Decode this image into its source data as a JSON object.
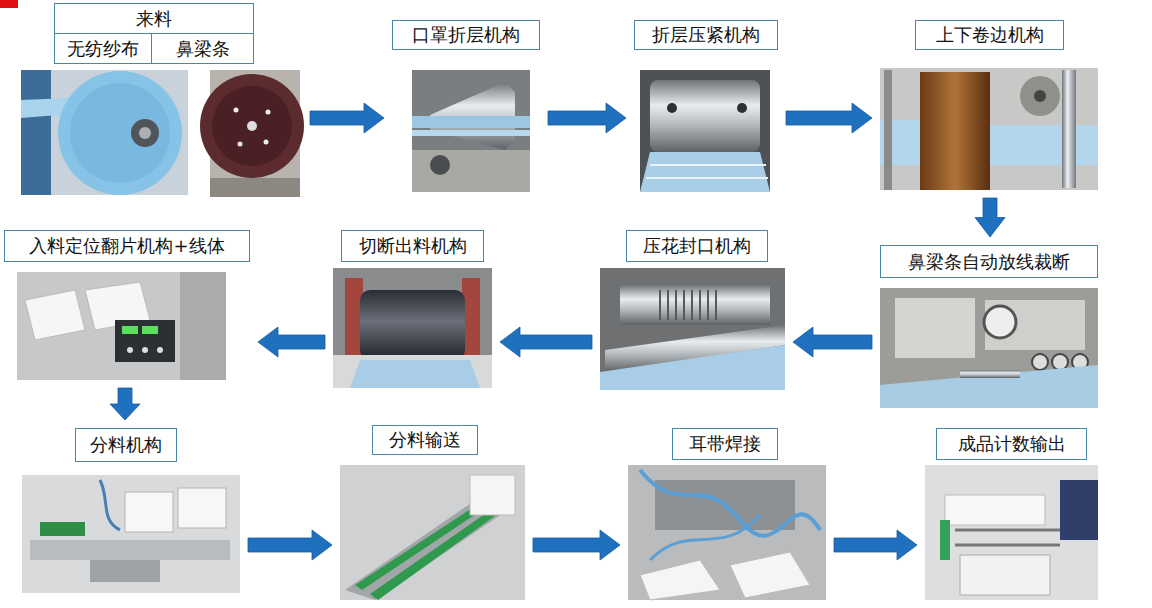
{
  "diagram": {
    "nodes": [
      {
        "text": [
          "来料"
        ]
      },
      {
        "text": [
          "无纺纱布"
        ],
        "in": 0
      },
      {
        "text": [
          "鼻梁条"
        ],
        "in": 0
      },
      {
        "text": [
          "口罩折层机构"
        ]
      },
      {
        "text": [
          "折层压紧机构"
        ]
      },
      {
        "text": [
          "上下卷边机构"
        ]
      },
      {
        "text": [
          "鼻梁条自动放线裁断"
        ]
      },
      {
        "text": [
          "压花封口机构"
        ]
      },
      {
        "text": [
          "切断出料机构"
        ]
      },
      {
        "text": [
          "入料定位翻片机构+线体"
        ]
      },
      {
        "text": [
          "分料机构"
        ]
      },
      {
        "text": [
          "分料输送"
        ]
      },
      {
        "text": [
          "耳带焊接"
        ]
      },
      {
        "text": [
          "成品计数输出"
        ]
      }
    ],
    "edges": [
      {
        "from": 0,
        "to": 3,
        "arrow": "to"
      },
      {
        "from": 3,
        "to": 4,
        "arrow": "to"
      },
      {
        "from": 4,
        "to": 5,
        "arrow": "to"
      },
      {
        "from": 5,
        "to": 6,
        "arrow": "to"
      },
      {
        "from": 6,
        "to": 7,
        "arrow": "to"
      },
      {
        "from": 7,
        "to": 8,
        "arrow": "to"
      },
      {
        "from": 8,
        "to": 9,
        "arrow": "to"
      },
      {
        "from": 9,
        "to": 10,
        "arrow": "to"
      },
      {
        "from": 10,
        "to": 11,
        "arrow": "to"
      },
      {
        "from": 11,
        "to": 12,
        "arrow": "to"
      },
      {
        "from": 12,
        "to": 13,
        "arrow": "to"
      }
    ]
  }
}
